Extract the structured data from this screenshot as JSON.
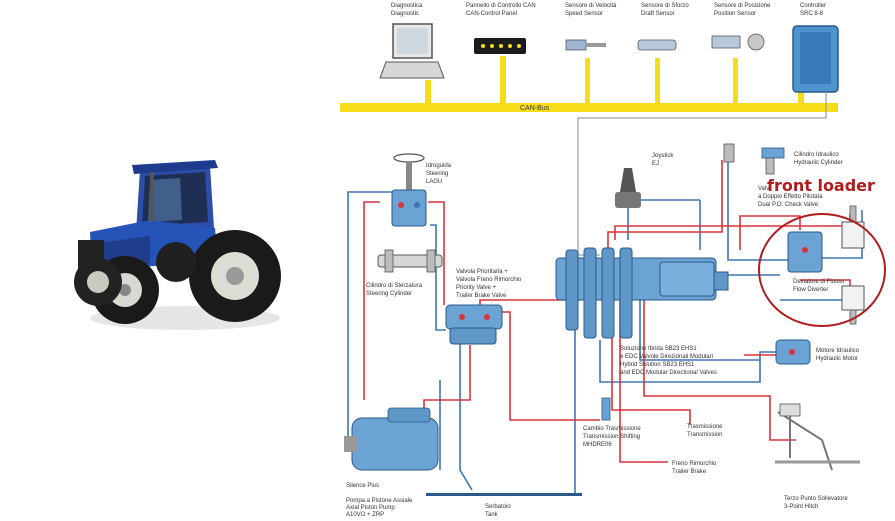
{
  "annotation": {
    "front_loader": "front loader"
  },
  "can_bus": {
    "label": "CAN-Bus"
  },
  "components": {
    "diagnostics": [
      "Diagnostica",
      "Diagnostic"
    ],
    "can_panel": [
      "Pannello di Controllo CAN",
      "CAN-Control Panel"
    ],
    "speed_sensor": [
      "Sensore di Velocità",
      "Speed Sensor"
    ],
    "draft_sensor": [
      "Sensore di Sforzo",
      "Draft Sensor"
    ],
    "position_sensor": [
      "Sensore di Posizione",
      "Position Sensor"
    ],
    "controller": [
      "Controller",
      "SRC 8-8"
    ],
    "steering": [
      "Idroguida",
      "Steering",
      "LAGU"
    ],
    "joystick": [
      "Joystick",
      "EJ"
    ],
    "hydraulic_cylinder": [
      "Cilindro Idraulico",
      "Hydraulic Cylinder"
    ],
    "check_valve": [
      "Valv",
      "a Doppio Effetto Pilotata",
      "Dual P.O. Check Valve"
    ],
    "steering_cylinder": [
      "Cilindro di Sterzatura",
      "Steering Cylinder"
    ],
    "priority_valve": [
      "Valvola Prioritaria +",
      "Valvola Freno Rimorchio",
      "Priority Valve +",
      "Trailer Brake Valve"
    ],
    "flow_diverter": [
      "Deviatore di Flusso",
      "Flow Diverter"
    ],
    "hybrid_solution": [
      "Soluzione Ibrida SB23 EHS1",
      "e EDC Valvole Direzionali Modulari",
      "Hybrid Solution SB23 EHS1",
      "and EDC Modular Directional Valves"
    ],
    "hydraulic_motor": [
      "Motore Idraulico",
      "Hydraulic Motor"
    ],
    "transmission_shifting": [
      "Cambio Trasmissione",
      "Transmission Shifting",
      "MHDRE06"
    ],
    "transmission": [
      "Trasmissione",
      "Transmission"
    ],
    "trailer_brake": [
      "Freno Rimorchio",
      "Trailer Brake"
    ],
    "pump": [
      "Silence Plus",
      "",
      "Pompa a Pistone Assiale",
      "Axial Piston Pump",
      "A10VO + ZRP"
    ],
    "tank": [
      "Serbatoio",
      "Tank"
    ],
    "hitch": [
      "Terzo Punto Sollevatore",
      "3-Point Hitch"
    ]
  },
  "colors": {
    "bus": "#f7dc18",
    "pressure": "#d8343a",
    "return": "#3e76b4",
    "pilot": "#9aa3ab",
    "component": "#6aa3d4",
    "annotation": "#b01c1c"
  }
}
